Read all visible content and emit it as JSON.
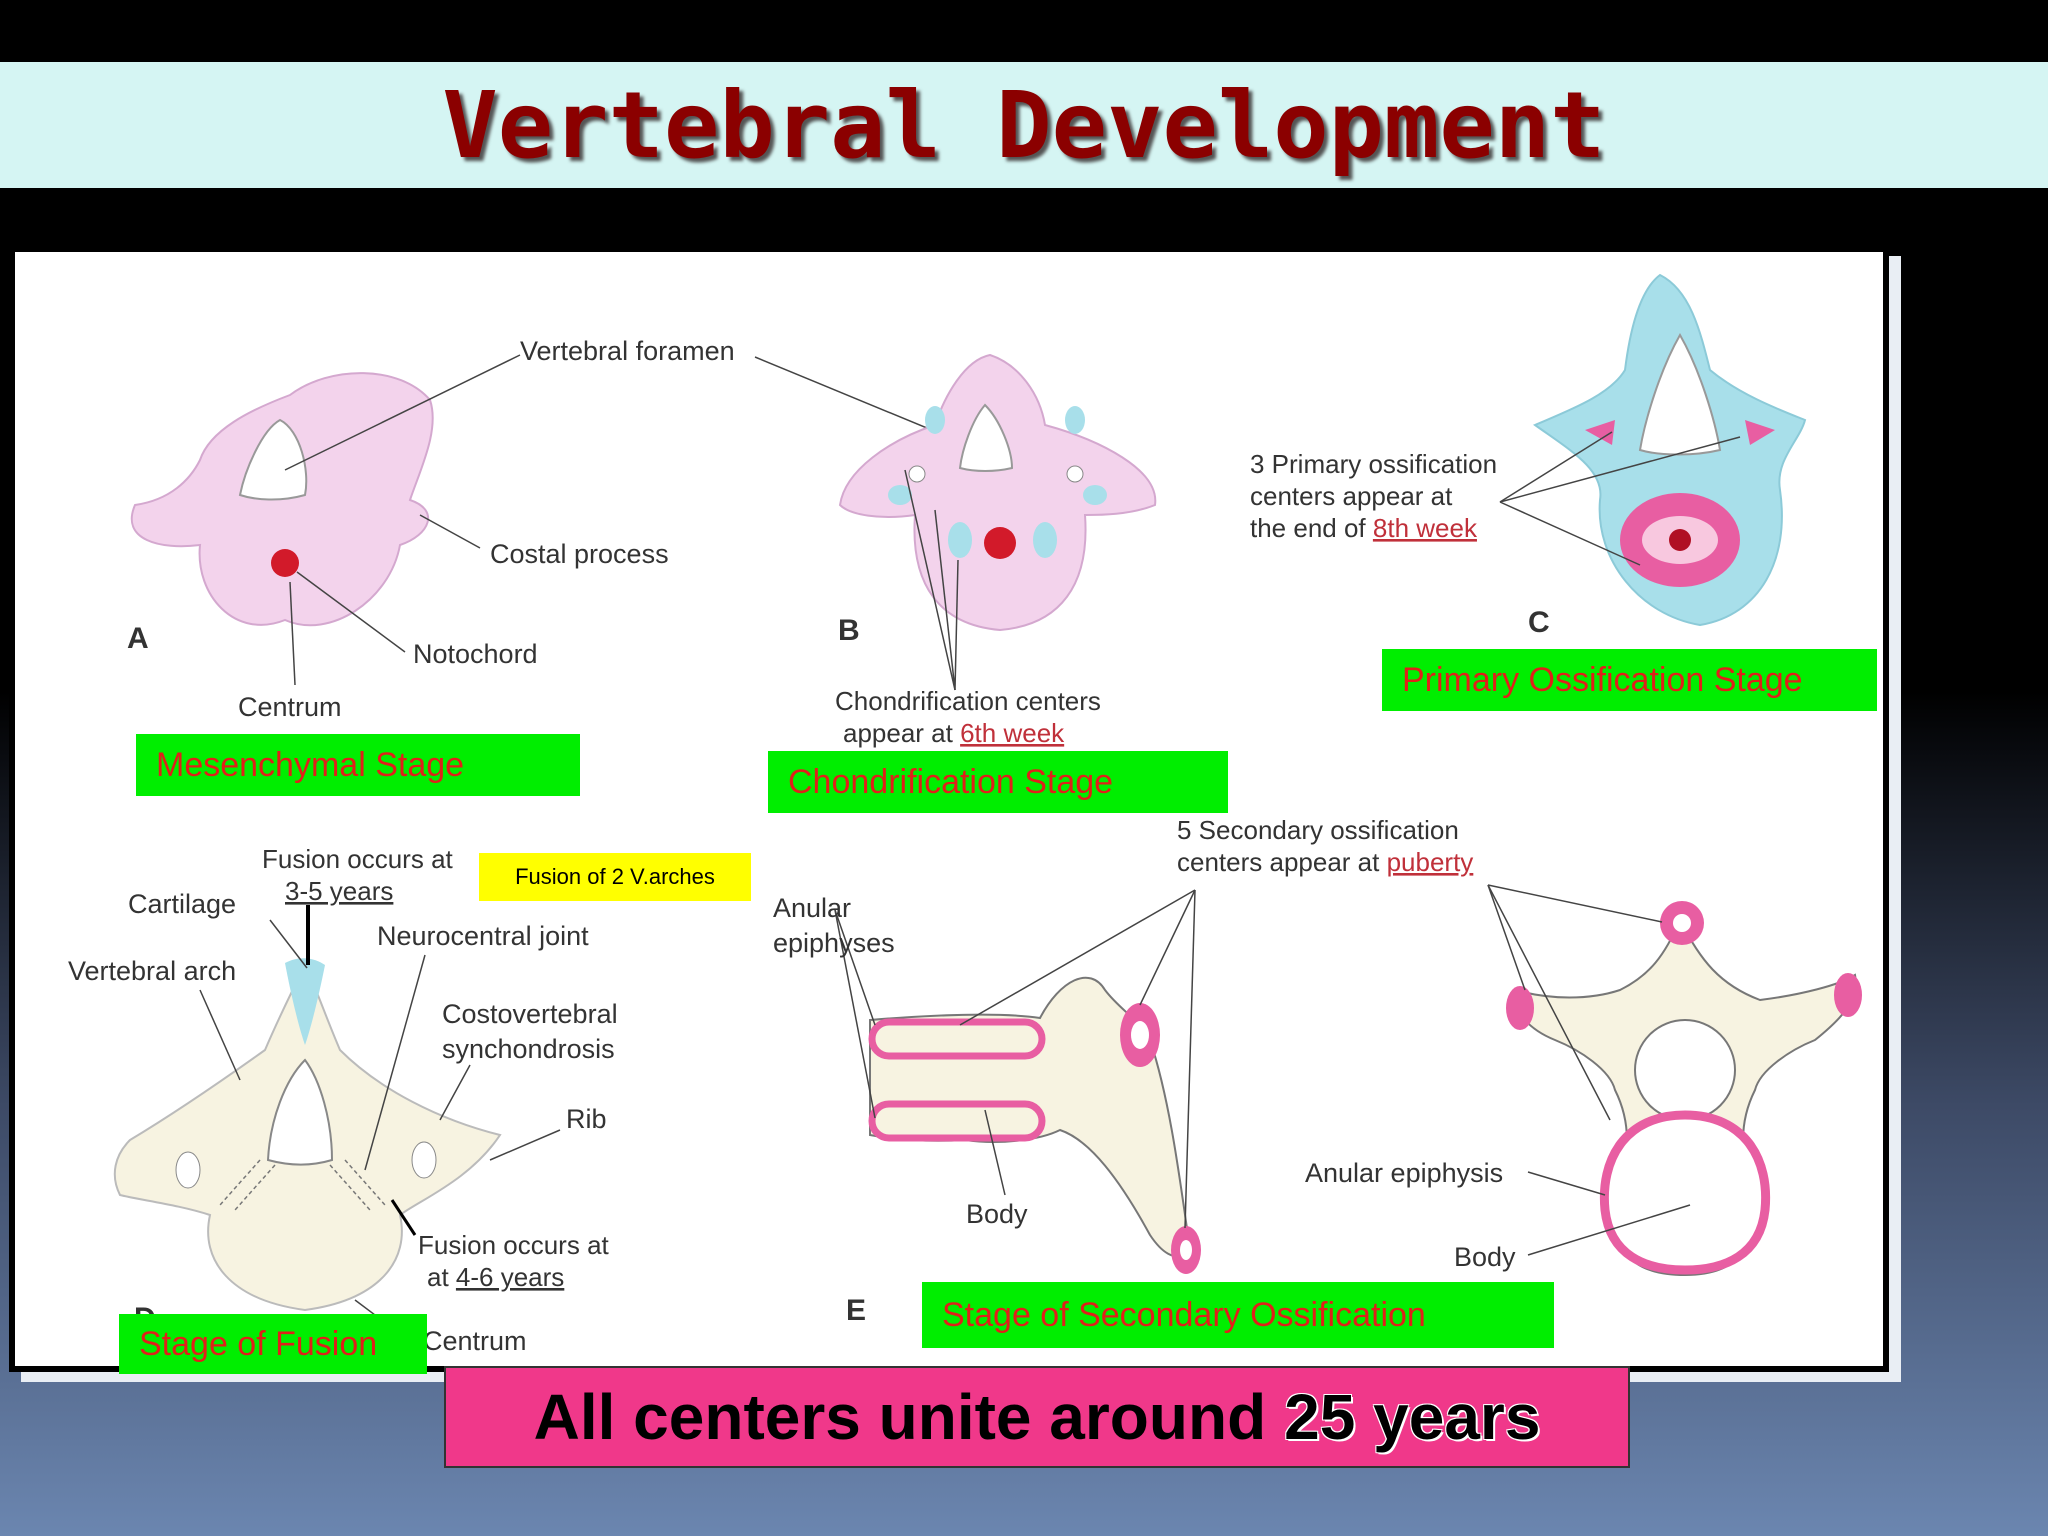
{
  "title": "Vertebral Development",
  "stages": {
    "a": "Mesenchymal Stage",
    "b": "Chondrification Stage",
    "c": "Primary Ossification Stage",
    "d": "Stage of Fusion",
    "e": "Stage of Secondary Ossification"
  },
  "note_fusion_arches": "Fusion of 2 V.arches",
  "footer": {
    "text": "All centers unite around",
    "highlight": "25 years"
  },
  "labels": {
    "vertebral_foramen": "Vertebral foramen",
    "costal_process": "Costal process",
    "notochord": "Notochord",
    "centrum": "Centrum",
    "panel_a": "A",
    "panel_b": "B",
    "panel_c": "C",
    "panel_d": "D",
    "panel_e": "E",
    "chondrification_line1": "Chondrification centers",
    "chondrification_line2_pre": "appear at ",
    "chondrification_line2_link": "6th week",
    "primary_line1": "3 Primary ossification",
    "primary_line2": "centers appear at",
    "primary_line3_pre": "the end of ",
    "primary_line3_link": "8th week",
    "fusion_top_line1": "Fusion occurs at",
    "fusion_top_line2_link": "3-5 years",
    "cartilage": "Cartilage",
    "vertebral_arch": "Vertebral arch",
    "neurocentral_joint": "Neurocentral joint",
    "costovertebral_line1": "Costovertebral",
    "costovertebral_line2": "synchondrosis",
    "rib": "Rib",
    "fusion_bottom_line1": "Fusion occurs at",
    "fusion_bottom_line2_pre": "at ",
    "fusion_bottom_line2_link": "4-6 years",
    "centrum_d": "Centrum",
    "secondary_line1": "5 Secondary ossification",
    "secondary_line2_pre": "centers appear at ",
    "secondary_line2_link": "puberty",
    "anular_epiphyses_line1": "Anular",
    "anular_epiphyses_line2": "epiphyses",
    "body": "Body",
    "anular_epiphysis": "Anular epiphysis",
    "body_right": "Body"
  },
  "colors": {
    "title": "#8b0000",
    "stage_bg": "#00ee00",
    "stage_text": "#e0201a",
    "footer_bg": "#f0388a",
    "note_bg": "#ffff00"
  }
}
